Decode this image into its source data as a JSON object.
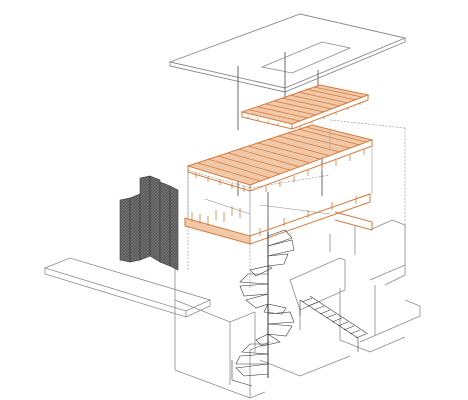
{
  "drawing": {
    "colors": {
      "background": "#ffffff",
      "outline": "#8a8a8a",
      "line_dark": "#2f2f2f",
      "timber": "#d47a3c",
      "timber_light": "#f1c9a8",
      "timber_dark": "#a84f1c",
      "panel": "#6e6e6e",
      "panel_hatch": "#4a4a4a"
    },
    "elements": [
      "roof-plate",
      "skylight",
      "tie-rods",
      "upper-timber-deck",
      "middle-timber-deck",
      "lower-timber-deck",
      "concrete-shell",
      "perforated-panels",
      "spiral-staircase",
      "straight-staircase",
      "street-slab"
    ]
  }
}
